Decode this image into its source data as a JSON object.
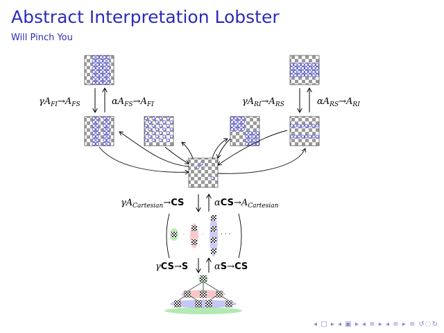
{
  "slide": {
    "title": "Abstract Interpretation Lobster",
    "subtitle": "Will Pinch You"
  },
  "labels": {
    "gamma": "γ",
    "alpha": "α",
    "arrow": "→",
    "gamma_fi_fs": {
      "sub_from": "FI",
      "sub_to": "FS"
    },
    "alpha_fs_fi": {
      "sub_from": "FS",
      "sub_to": "FI"
    },
    "gamma_ri_rs": {
      "sub_from": "RI",
      "sub_to": "RS"
    },
    "alpha_rs_ri": {
      "sub_from": "RS",
      "sub_to": "RI"
    },
    "a_letter": "A",
    "cartesian": "Cartesian",
    "cs": "CS",
    "s": "S",
    "dots": "·  ·  ·"
  },
  "nav": {
    "glyphs": "◂ □ ▸  ◂ ▣ ▸  ◂ ≡ ▸  ◂ ≡ ▸   ≡   ↺◌↻"
  },
  "colors": {
    "title": "#2b2bb8",
    "circle": "#3a3ad0",
    "nav": "#8a8ad0",
    "green": "#7fdc7f",
    "red": "#f4a0a0",
    "blue": "#a0a0f0"
  }
}
